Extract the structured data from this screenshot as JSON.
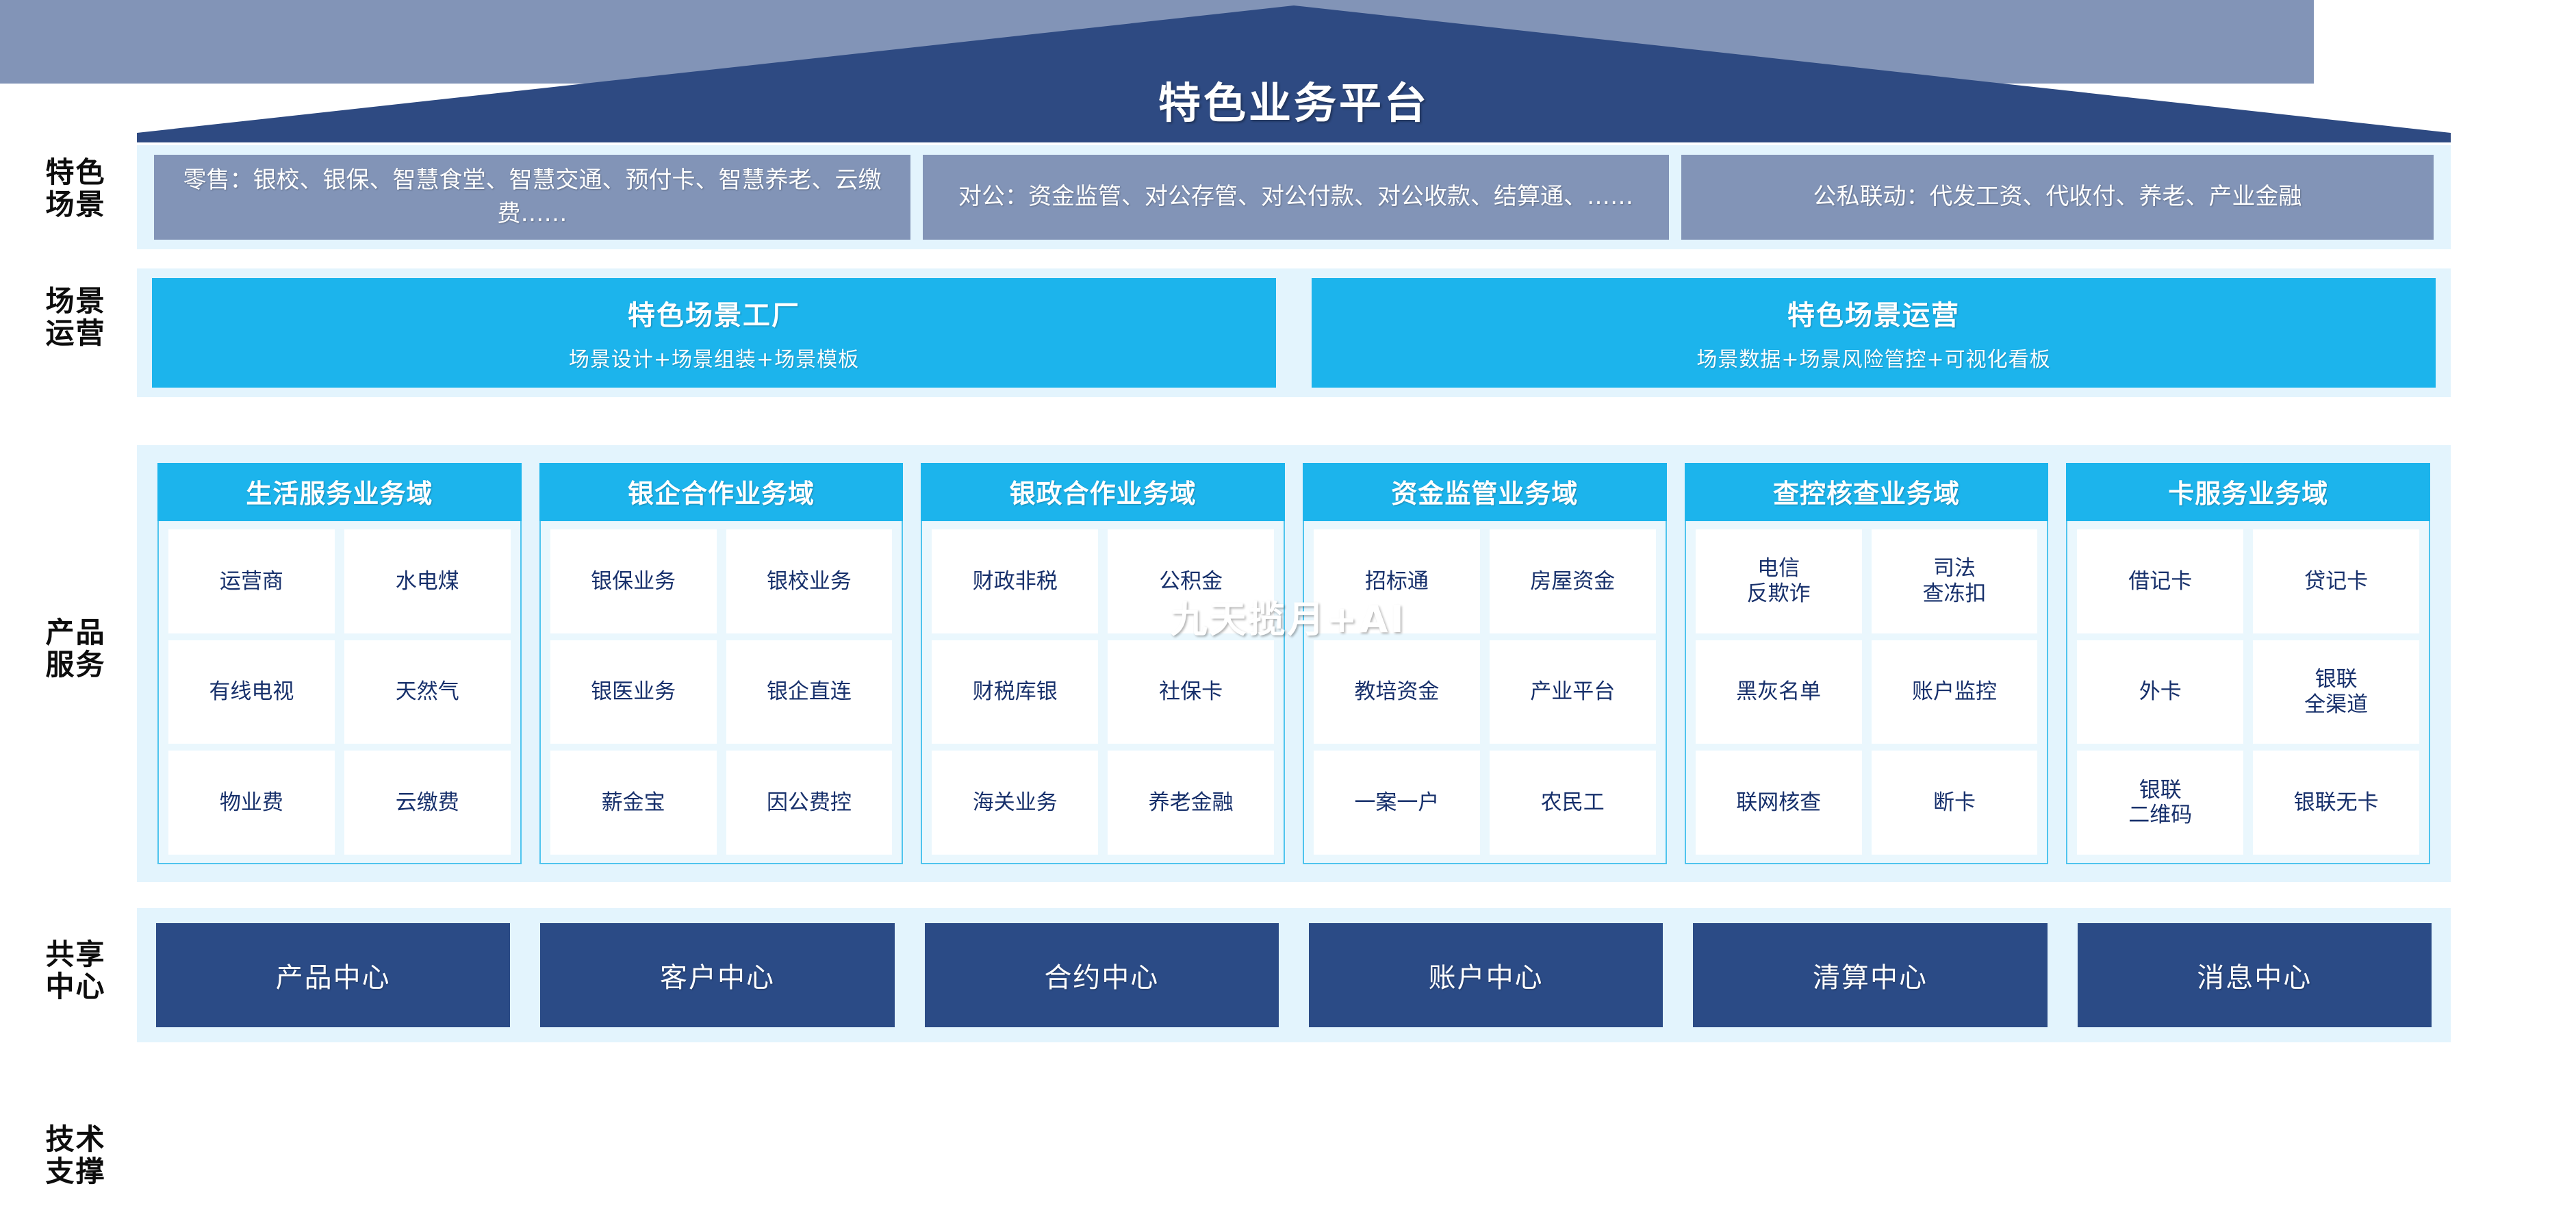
{
  "colors": {
    "roof": "#2E4A82",
    "band_bg": "#E3F4FD",
    "scenario_box": "#8294B7",
    "cyan": "#1CB4EC",
    "navy": "#2B4B86",
    "cell_text": "#17306B",
    "cell_bg": "#FFFFFF",
    "panel_border": "#4FC4EE",
    "tech_bar": "#8294B7"
  },
  "roof": {
    "title": "特色业务平台"
  },
  "row_labels": {
    "scene": "特色\n场景",
    "ops": "场景\n运营",
    "product": "产品\n服务",
    "center": "共享\n中心",
    "tech": "技术\n支撑"
  },
  "scenarios": [
    {
      "text": "零售：银校、银保、智慧食堂、智慧交通、预付卡、智慧养老、云缴费……"
    },
    {
      "text": "对公：资金监管、对公存管、对公付款、对公收款、结算通、……"
    },
    {
      "text": "公私联动：代发工资、代收付、养老、产业金融"
    }
  ],
  "operations": [
    {
      "title": "特色场景工厂",
      "subtitle": "场景设计+场景组装+场景模板"
    },
    {
      "title": "特色场景运营",
      "subtitle": "场景数据+场景风险管控+可视化看板"
    }
  ],
  "product_domains": [
    {
      "title": "生活服务业务域",
      "rows": [
        [
          "运营商",
          "水电煤"
        ],
        [
          "有线电视",
          "天然气"
        ],
        [
          "物业费",
          "云缴费"
        ]
      ]
    },
    {
      "title": "银企合作业务域",
      "rows": [
        [
          "银保业务",
          "银校业务"
        ],
        [
          "银医业务",
          "银企直连"
        ],
        [
          "薪金宝",
          "因公费控"
        ]
      ]
    },
    {
      "title": "银政合作业务域",
      "rows": [
        [
          "财政非税",
          "公积金"
        ],
        [
          "财税库银",
          "社保卡"
        ],
        [
          "海关业务",
          "养老金融"
        ]
      ]
    },
    {
      "title": "资金监管业务域",
      "rows": [
        [
          "招标通",
          "房屋资金"
        ],
        [
          "教培资金",
          "产业平台"
        ],
        [
          "一案一户",
          "农民工"
        ]
      ]
    },
    {
      "title": "查控核查业务域",
      "rows": [
        [
          "电信\n反欺诈",
          "司法\n查冻扣"
        ],
        [
          "黑灰名单",
          "账户监控"
        ],
        [
          "联网核查",
          "断卡"
        ]
      ]
    },
    {
      "title": "卡服务业务域",
      "rows": [
        [
          "借记卡",
          "贷记卡"
        ],
        [
          "外卡",
          "银联\n全渠道"
        ],
        [
          "银联\n二维码",
          "银联无卡"
        ]
      ]
    }
  ],
  "shared_centers": [
    {
      "label": "产品中心"
    },
    {
      "label": "客户中心"
    },
    {
      "label": "合约中心"
    },
    {
      "label": "账户中心"
    },
    {
      "label": "清算中心"
    },
    {
      "label": "消息中心"
    }
  ],
  "tech_support": {
    "label": "九天揽月+AI"
  }
}
